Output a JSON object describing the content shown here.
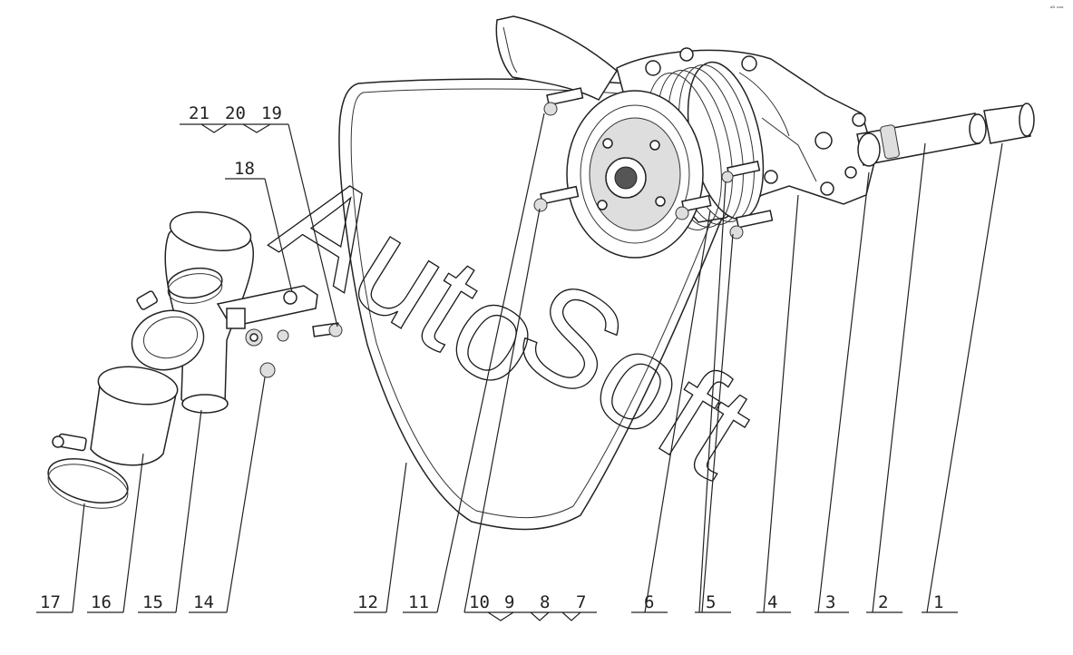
{
  "corner_mark": "ᵃᴰ ᵒᵒᵒ",
  "watermark": {
    "text_auto": "Auto",
    "text_soft": "Soft"
  },
  "callouts": {
    "c1": "1",
    "c2": "2",
    "c3": "3",
    "c4": "4",
    "c5": "5",
    "c6": "6",
    "c7": "7",
    "c8": "8",
    "c9": "9",
    "c10": "10",
    "c11": "11",
    "c12": "12",
    "c14": "14",
    "c15": "15",
    "c16": "16",
    "c17": "17",
    "c18": "18",
    "c19": "19",
    "c20": "20",
    "c21": "21"
  }
}
